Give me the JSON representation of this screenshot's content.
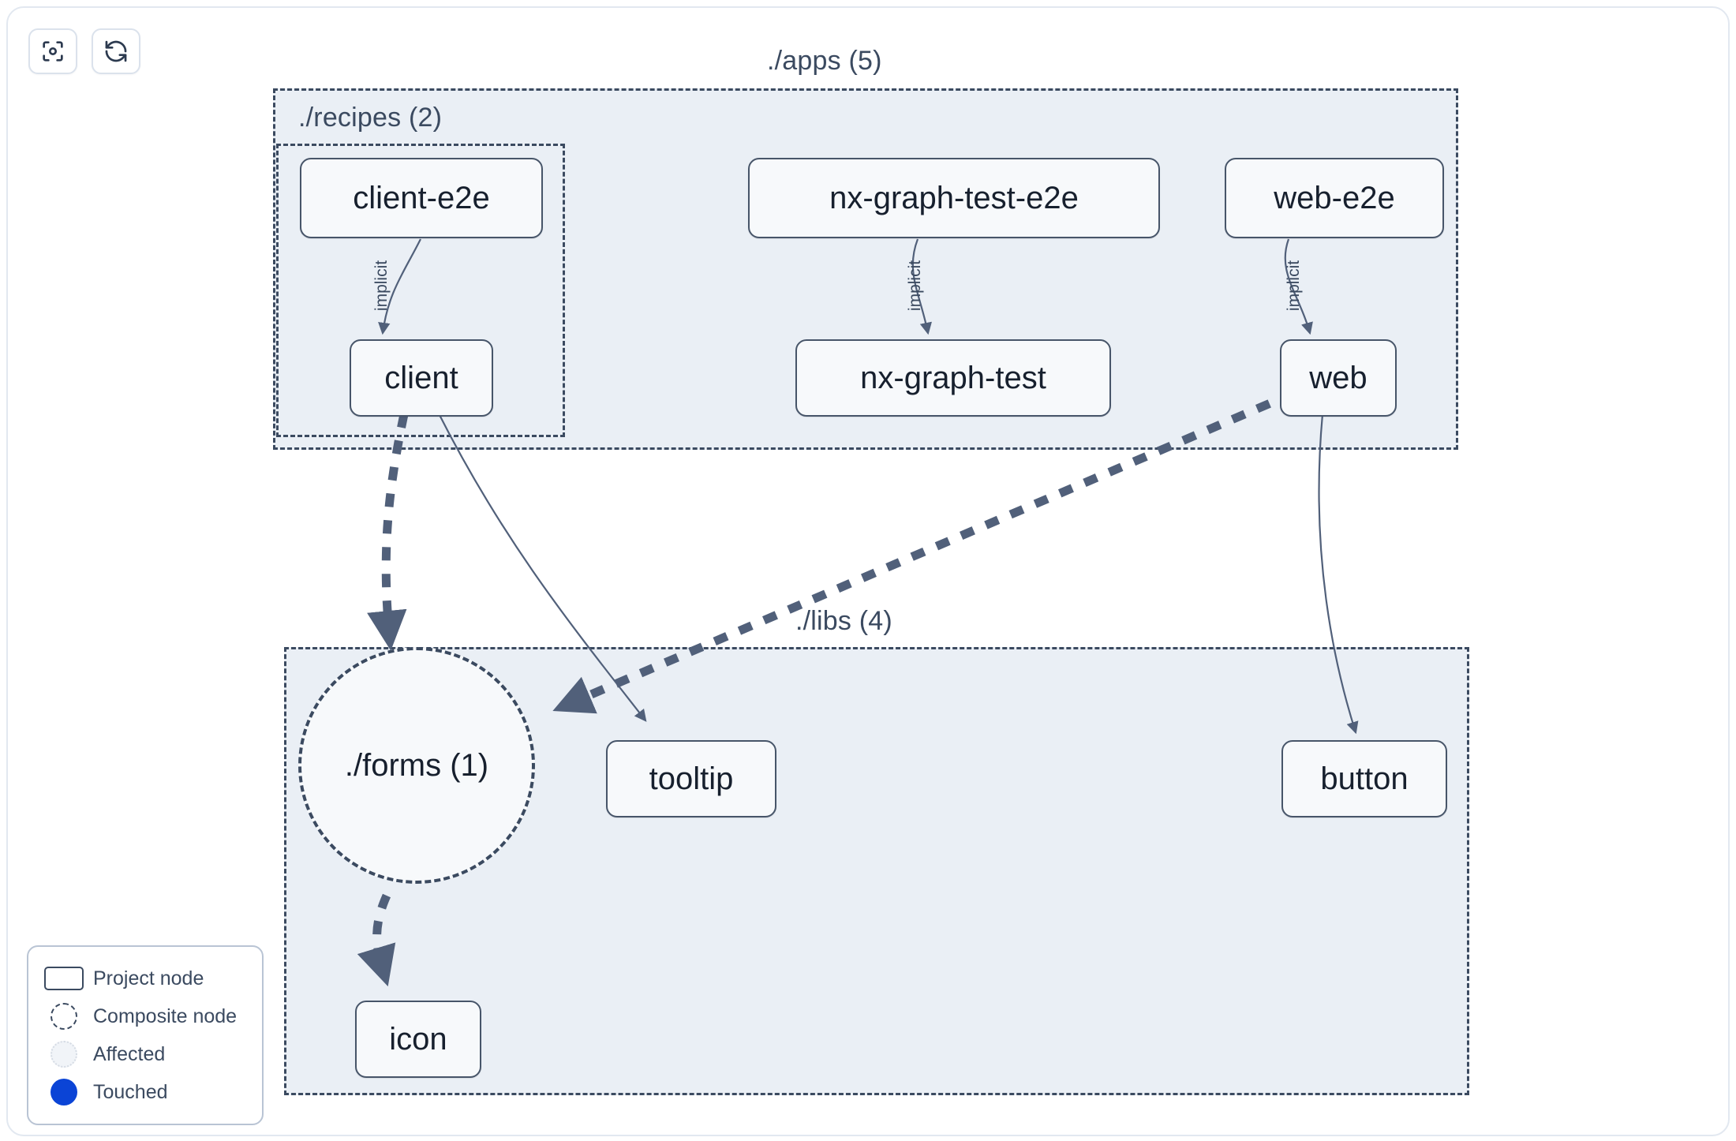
{
  "toolbar": {
    "buttons": [
      {
        "name": "focus-graph-button",
        "icon": "focus-target-icon",
        "label": ""
      },
      {
        "name": "refresh-graph-button",
        "icon": "refresh-icon",
        "label": ""
      }
    ]
  },
  "groups": {
    "apps": {
      "label": "./apps (5)"
    },
    "recipes": {
      "label": "./recipes (2)"
    },
    "libs": {
      "label": "./libs (4)"
    }
  },
  "nodes": {
    "client_e2e": {
      "label": "client-e2e"
    },
    "nx_graph_test_e2e": {
      "label": "nx-graph-test-e2e"
    },
    "web_e2e": {
      "label": "web-e2e"
    },
    "client": {
      "label": "client"
    },
    "nx_graph_test": {
      "label": "nx-graph-test"
    },
    "web": {
      "label": "web"
    },
    "forms": {
      "label": "./forms (1)"
    },
    "tooltip": {
      "label": "tooltip"
    },
    "button": {
      "label": "button"
    },
    "icon": {
      "label": "icon"
    }
  },
  "edge_labels": {
    "client_implicit": "implicit",
    "nxgraph_implicit": "implicit",
    "web_implicit": "implicit"
  },
  "edges": [
    {
      "from": "client-e2e",
      "to": "client",
      "label": "implicit",
      "style": "solid-thin"
    },
    {
      "from": "nx-graph-test-e2e",
      "to": "nx-graph-test",
      "label": "implicit",
      "style": "solid-thin"
    },
    {
      "from": "web-e2e",
      "to": "web",
      "label": "implicit",
      "style": "solid-thin"
    },
    {
      "from": "client",
      "to": "./forms (1)",
      "label": "",
      "style": "dashed-thick"
    },
    {
      "from": "client",
      "to": "tooltip",
      "label": "",
      "style": "solid-thin"
    },
    {
      "from": "web",
      "to": "./forms (1)",
      "label": "",
      "style": "dashed-thick"
    },
    {
      "from": "web",
      "to": "button",
      "label": "",
      "style": "solid-thin"
    },
    {
      "from": "./forms (1)",
      "to": "icon",
      "label": "",
      "style": "dashed-thick"
    }
  ],
  "legend": {
    "items": [
      {
        "mark": "project-node-rect-icon",
        "label": "Project node"
      },
      {
        "mark": "composite-node-dashed-circle-icon",
        "label": "Composite node"
      },
      {
        "mark": "affected-circle-icon",
        "label": "Affected"
      },
      {
        "mark": "touched-circle-icon",
        "label": "Touched"
      }
    ]
  },
  "colors": {
    "group_fill": "#eaeff5",
    "group_border": "#3b4a60",
    "node_fill": "#f7f9fb",
    "node_border": "#475569",
    "text": "#17202e",
    "muted_text": "#3b4a60",
    "touched": "#0b44d6",
    "edge": "#51607a",
    "card_border": "#e2e8f0"
  }
}
